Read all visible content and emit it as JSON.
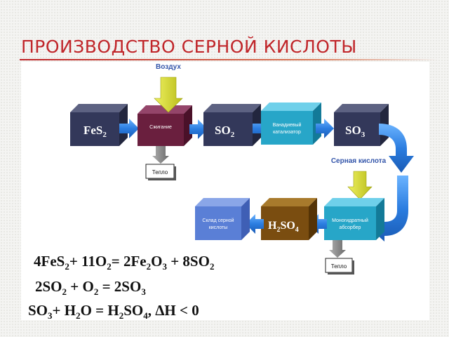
{
  "title": "ПРОИЗВОДСТВО СЕРНОЙ КИСЛОТЫ",
  "diagram": {
    "air_label": "Воздух",
    "fes2": {
      "main": "FeS",
      "sub": "2"
    },
    "burning": "Сжигание",
    "heat_top": "Тепло",
    "so2": {
      "main": "SO",
      "sub": "2"
    },
    "catalyst_line1": "Ванадиевый",
    "catalyst_line2": "катализатор",
    "so3": {
      "main": "SO",
      "sub": "3"
    },
    "sulfuric_acid_label": "Серная кислота",
    "absorber_line1": "Моногидратный",
    "absorber_line2": "абсорбер",
    "h2so4": {
      "p1": "H",
      "s1": "2",
      "p2": "SO",
      "s2": "4"
    },
    "storage_line1": "Склад серной",
    "storage_line2": "кислоты",
    "heat_bottom": "Тепло"
  },
  "equations": {
    "eq1": {
      "t1": "4FeS",
      "s1": "2",
      "t2": "+ 11O",
      "s2": "2",
      "t3": "= 2Fe",
      "s3": "2",
      "t4": "O",
      "s4": "3",
      "t5": " + 8SO",
      "s5": "2"
    },
    "eq2": {
      "t1": "2SO",
      "s1": "2",
      "t2": " + O",
      "s2": "2",
      "t3": " = 2SO",
      "s3": "3"
    },
    "eq3": {
      "t1": "SO",
      "s1": "3",
      "t2": "+ H",
      "s2": "2",
      "t3": "O = H",
      "s3": "2",
      "t4": "SO",
      "s4": "4",
      "t5": ",   ΔH < 0"
    }
  },
  "colors": {
    "title": "#c0262a",
    "box_navy": "#33385a",
    "box_maroon": "#6a1f3e",
    "box_cyan": "#27a6c8",
    "box_brown": "#7a4d10",
    "arrow_blue": "#2b7de0",
    "arrow_yellow": "#d8dc2a",
    "arrow_gray": "#8a8a8a"
  }
}
